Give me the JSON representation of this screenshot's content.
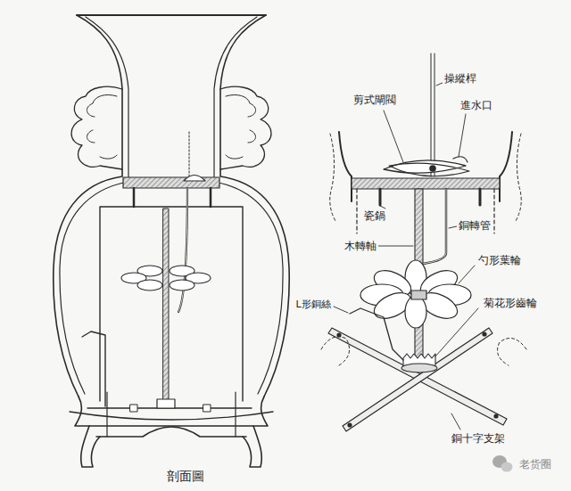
{
  "diagram": {
    "labels": [
      "操縱桿",
      "剪式閘閥",
      "進水口",
      "瓷鍋",
      "銅轉管",
      "木轉軸",
      "勺形葉輪",
      "L形銅絲",
      "菊花形齒輪",
      "銅十字支架",
      "剖面圖",
      "老货圈"
    ]
  }
}
